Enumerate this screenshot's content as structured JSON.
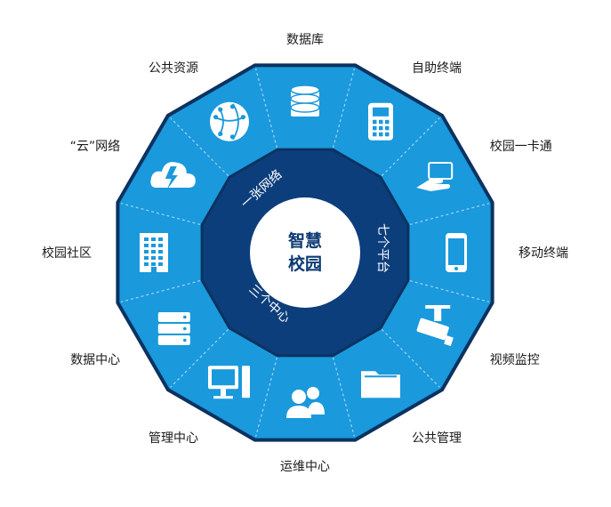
{
  "center": {
    "line1": "智慧",
    "line2": "校园"
  },
  "ring": [
    "一张网络",
    "七个平台",
    "三个中心"
  ],
  "segments": [
    {
      "label": "数据库",
      "icon": "database-icon"
    },
    {
      "label": "自助终端",
      "icon": "calculator-icon"
    },
    {
      "label": "校园一卡通",
      "icon": "card-icon"
    },
    {
      "label": "移动终端",
      "icon": "phone-icon"
    },
    {
      "label": "视频监控",
      "icon": "camera-icon"
    },
    {
      "label": "公共管理",
      "icon": "folder-icon"
    },
    {
      "label": "运维中心",
      "icon": "users-icon"
    },
    {
      "label": "管理中心",
      "icon": "monitor-icon"
    },
    {
      "label": "数据中心",
      "icon": "server-icon"
    },
    {
      "label": "校园社区",
      "icon": "building-icon"
    },
    {
      "label": "“云”网络",
      "icon": "cloud-icon"
    },
    {
      "label": "公共资源",
      "icon": "network-icon"
    }
  ],
  "colors": {
    "outer": "#1a99dc",
    "ring": "#0d3e7c",
    "border": "#0b3260",
    "core": "#ffffff",
    "divider": "#9fd4f3"
  }
}
